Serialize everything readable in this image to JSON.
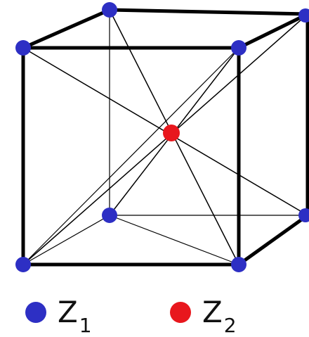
{
  "diagram": {
    "colors": {
      "edge": "#000000",
      "atom_z1": "#2d2fc4",
      "atom_z2": "#e8171d"
    },
    "legend": [
      {
        "label": "Z",
        "sub": "1",
        "color": "#2d2fc4",
        "icon": "blue-circle-icon"
      },
      {
        "label": "Z",
        "sub": "2",
        "color": "#e8171d",
        "icon": "red-circle-icon"
      }
    ]
  }
}
